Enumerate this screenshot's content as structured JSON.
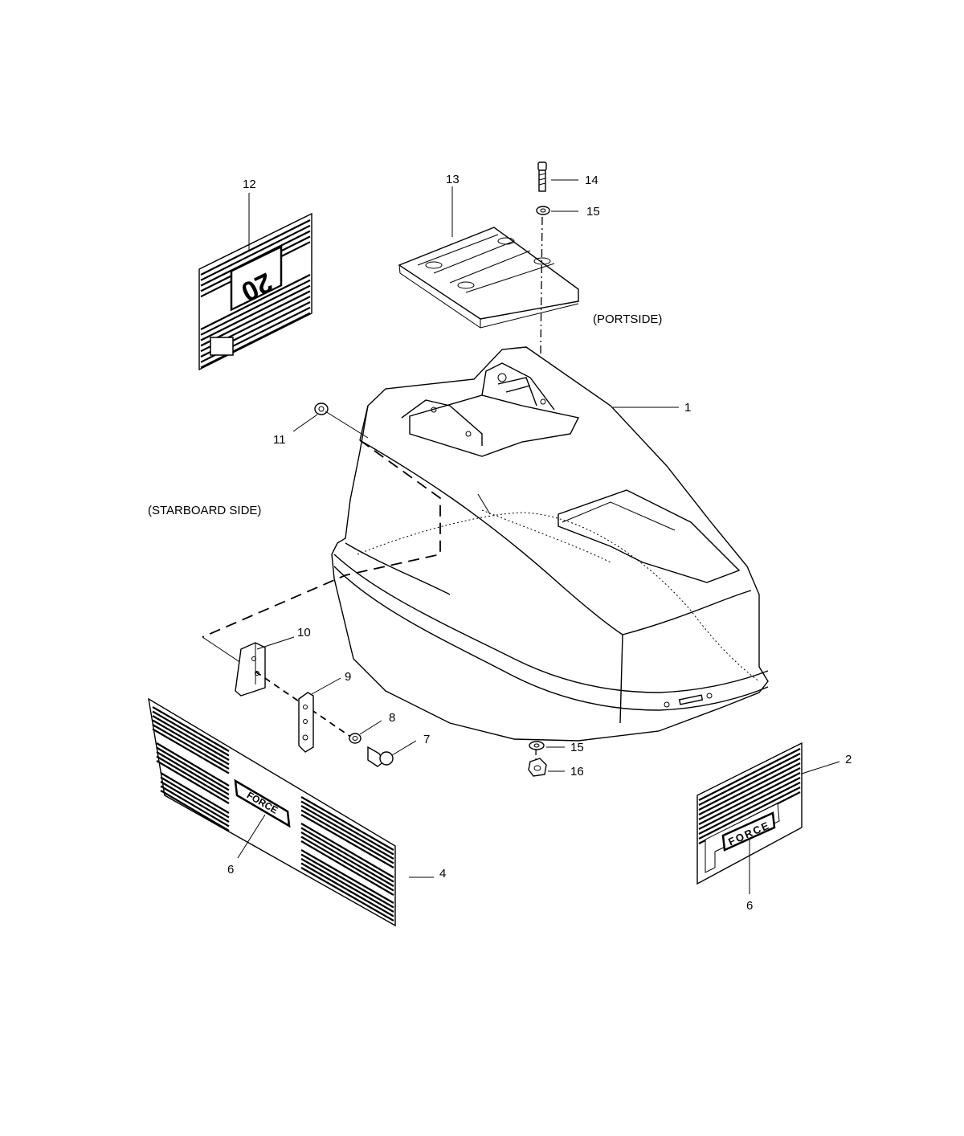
{
  "side_labels": {
    "portside": "(PORTSIDE)",
    "starboard": "(STARBOARD SIDE)"
  },
  "callouts": {
    "c1": "1",
    "c2": "2",
    "c4": "4",
    "c6a": "6",
    "c6b": "6",
    "c7": "7",
    "c8": "8",
    "c9": "9",
    "c10": "10",
    "c11": "11",
    "c12": "12",
    "c13": "13",
    "c14": "14",
    "c15a": "15",
    "c15b": "15",
    "c16": "16"
  },
  "decal_text": {
    "decal_12_number": "20",
    "decal_2_brand": "FORCE",
    "decal_4_brand": "FORCE"
  }
}
